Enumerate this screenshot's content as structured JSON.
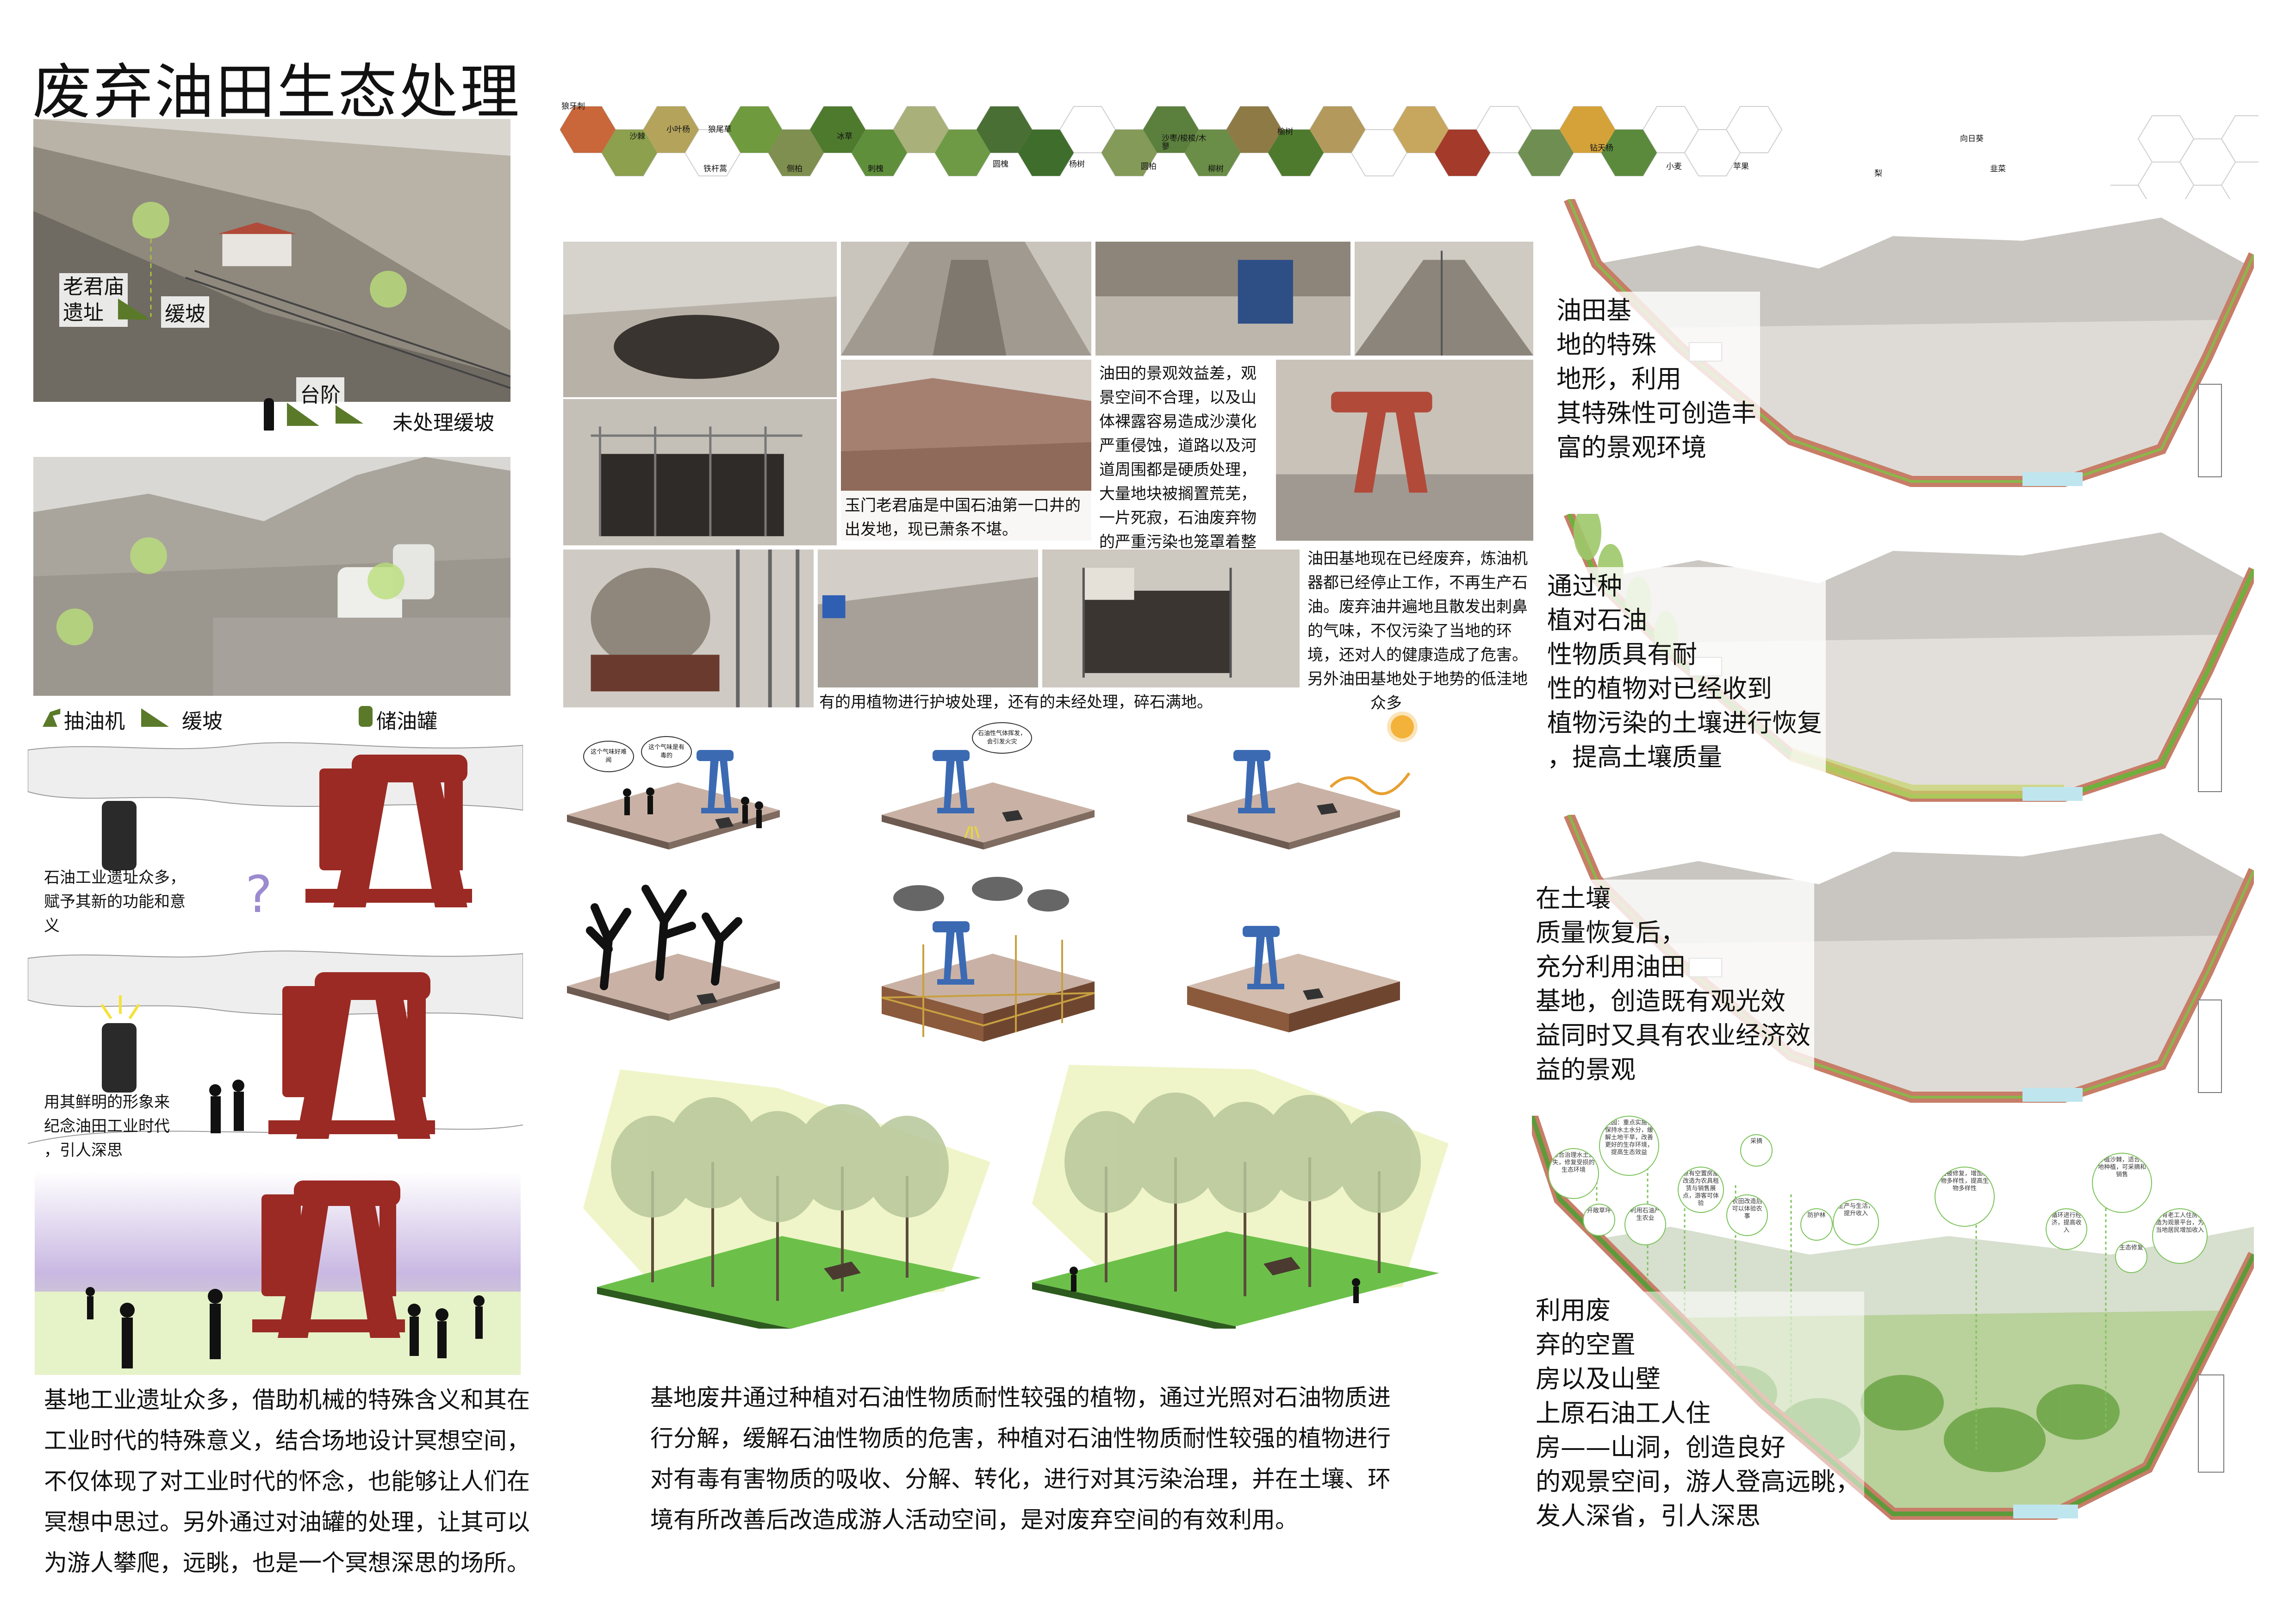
{
  "title": "废弃油田生态处理",
  "site_labels": {
    "temple": "老君庙\n遗址",
    "gentle_slope_1": "缓坡",
    "steps": "台阶",
    "untreated_slope": "未处理缓坡",
    "pumpjack": "抽油机",
    "gentle_slope_2": "缓坡",
    "tank": "储油罐"
  },
  "plant_labels": [
    "狼牙刺",
    "沙棘",
    "小叶杨",
    "狼尾草",
    "铁杆蒿",
    "侧柏",
    "冰草",
    "刺槐",
    "圆槐",
    "杨树",
    "圆柏",
    "沙枣/梭梭/木蓼",
    "柳树",
    "榆树",
    "钻天杨",
    "小麦",
    "苹果",
    "梨",
    "向日葵",
    "韭菜"
  ],
  "photo_captions": {
    "laojunmiao": "玉门老君庙是中国石油第一口井的出发地，现已萧条不堪。",
    "landscape": "油田的景观效益差，观景空间不合理，以及山体裸露容易造成沙漠化严重侵蚀，道路以及河道周围都是硬质处理，大量地块被搁置荒芜，一片死寂，石油废弃物的严重污染也笼罩着整个玉门老城。",
    "base": "油田基地现在已经废弃，炼油机器都已经停止工作，不再生产石油。废弃油井遍地且散发出刺鼻的气味，不仅污染了当地的环境，还对人的健康造成了危害。另外油田基地处于地势的低洼地带，坡地众多",
    "slope": "有的用植物进行护坡处理，还有的未经处理，碎石满地。"
  },
  "left_notes": {
    "note1": "石油工业遗址众多，\n赋予其新的功能和意\n义",
    "note2": "用其鲜明的形象来\n纪念油田工业时代\n，引人深思"
  },
  "left_paragraph": "基地工业遗址众多，借助机械的特殊含义和其在工业时代的特殊意义，结合场地设计冥想空间，不仅体现了对工业时代的怀念，也能够让人们在冥想中思过。另外通过对油罐的处理，让其可以为游人攀爬，远眺，也是一个冥想深思的场所。",
  "center_paragraph": "基地废井通过种植对石油性物质耐性较强的植物，通过光照对石油物质进行分解，缓解石油性物质的危害，种植对石油性物质耐性较强的植物进行对有毒有害物质的吸收、分解、转化，进行对其污染治理，并在土壤、环境有所改善后改造成游人活动空间，是对废弃空间的有效利用。",
  "speech": {
    "b1": "这个气味是有毒的",
    "b2": "这个气味好难闻",
    "b3": "石油性气体挥发，会引发火灾"
  },
  "section_texts": {
    "s1": "油田基\n地的特殊\n地形，利用\n其特殊性可创造丰\n富的景观环境",
    "s2": "通过种\n植对石油\n性物质具有耐\n性的植物对已经收到\n植物污染的土壤进行恢复\n，提高土壤质量",
    "s3": "在土壤\n质量恢复后，\n充分利用油田\n基地，创造既有观光效\n益同时又具有农业经济效\n益的景观",
    "s4": "利用废\n弃的空置\n房以及山壁\n上原石油工人住\n房——山洞，创造良好\n的观景空间，游人登高远眺，\n发人深省，引人深思"
  },
  "bubbles": [
    "综合治理水土流失，修复受损的生态环境",
    "果园：重点实施，保持水土水分，缓解土地干旱，改善更好的生存环境，提高生态效益",
    "开敞草坪",
    "利用石油产生农业",
    "原有空置房屋改造为农具租赁与销售展点，游客可体验",
    "农田改造后可以体验农事",
    "采摘",
    "防护林",
    "生产与生活，提升收入",
    "植被修复，增加植物多样性，提高生物多样性",
    "种植沙棘，适合沙地种植，可采摘和销售",
    "循环进行经济，提高收入",
    "生态修复",
    "原有老工人住房改造为观景平台，为当地居民增加收入"
  ],
  "colors": {
    "pumpjack_red": "#9b2a24",
    "pumpjack_blue": "#3b6ab3",
    "green": "#7cc35b",
    "soil": "#8b5a3c"
  }
}
